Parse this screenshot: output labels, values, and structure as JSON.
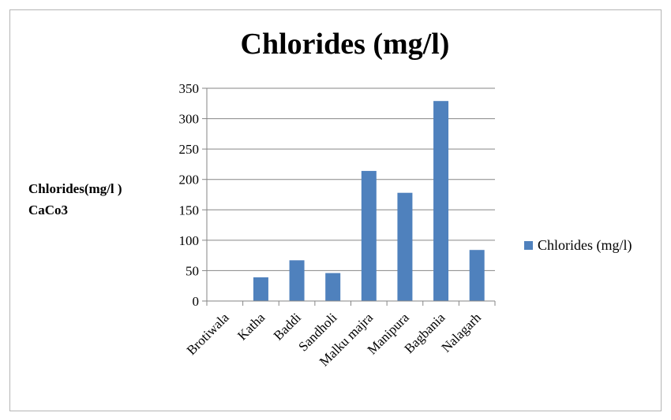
{
  "chart_data": {
    "type": "bar",
    "title": "Chlorides (mg/l)",
    "ylabel": "Chlorides(mg/l ) CaCo3",
    "xlabel": "",
    "categories": [
      "Brotiwala",
      "Katha",
      "Baddi",
      "Sandholi",
      "Malku majra",
      "Manipura",
      "Bagbania",
      "Nalagarh"
    ],
    "series": [
      {
        "name": "Chlorides (mg/l)",
        "values": [
          0,
          39,
          67,
          46,
          214,
          178,
          329,
          84
        ],
        "color": "#4f81bd"
      }
    ],
    "ylim": [
      0,
      350
    ],
    "yticks": [
      0,
      50,
      100,
      150,
      200,
      250,
      300,
      350
    ],
    "grid": true,
    "legend": "right"
  }
}
